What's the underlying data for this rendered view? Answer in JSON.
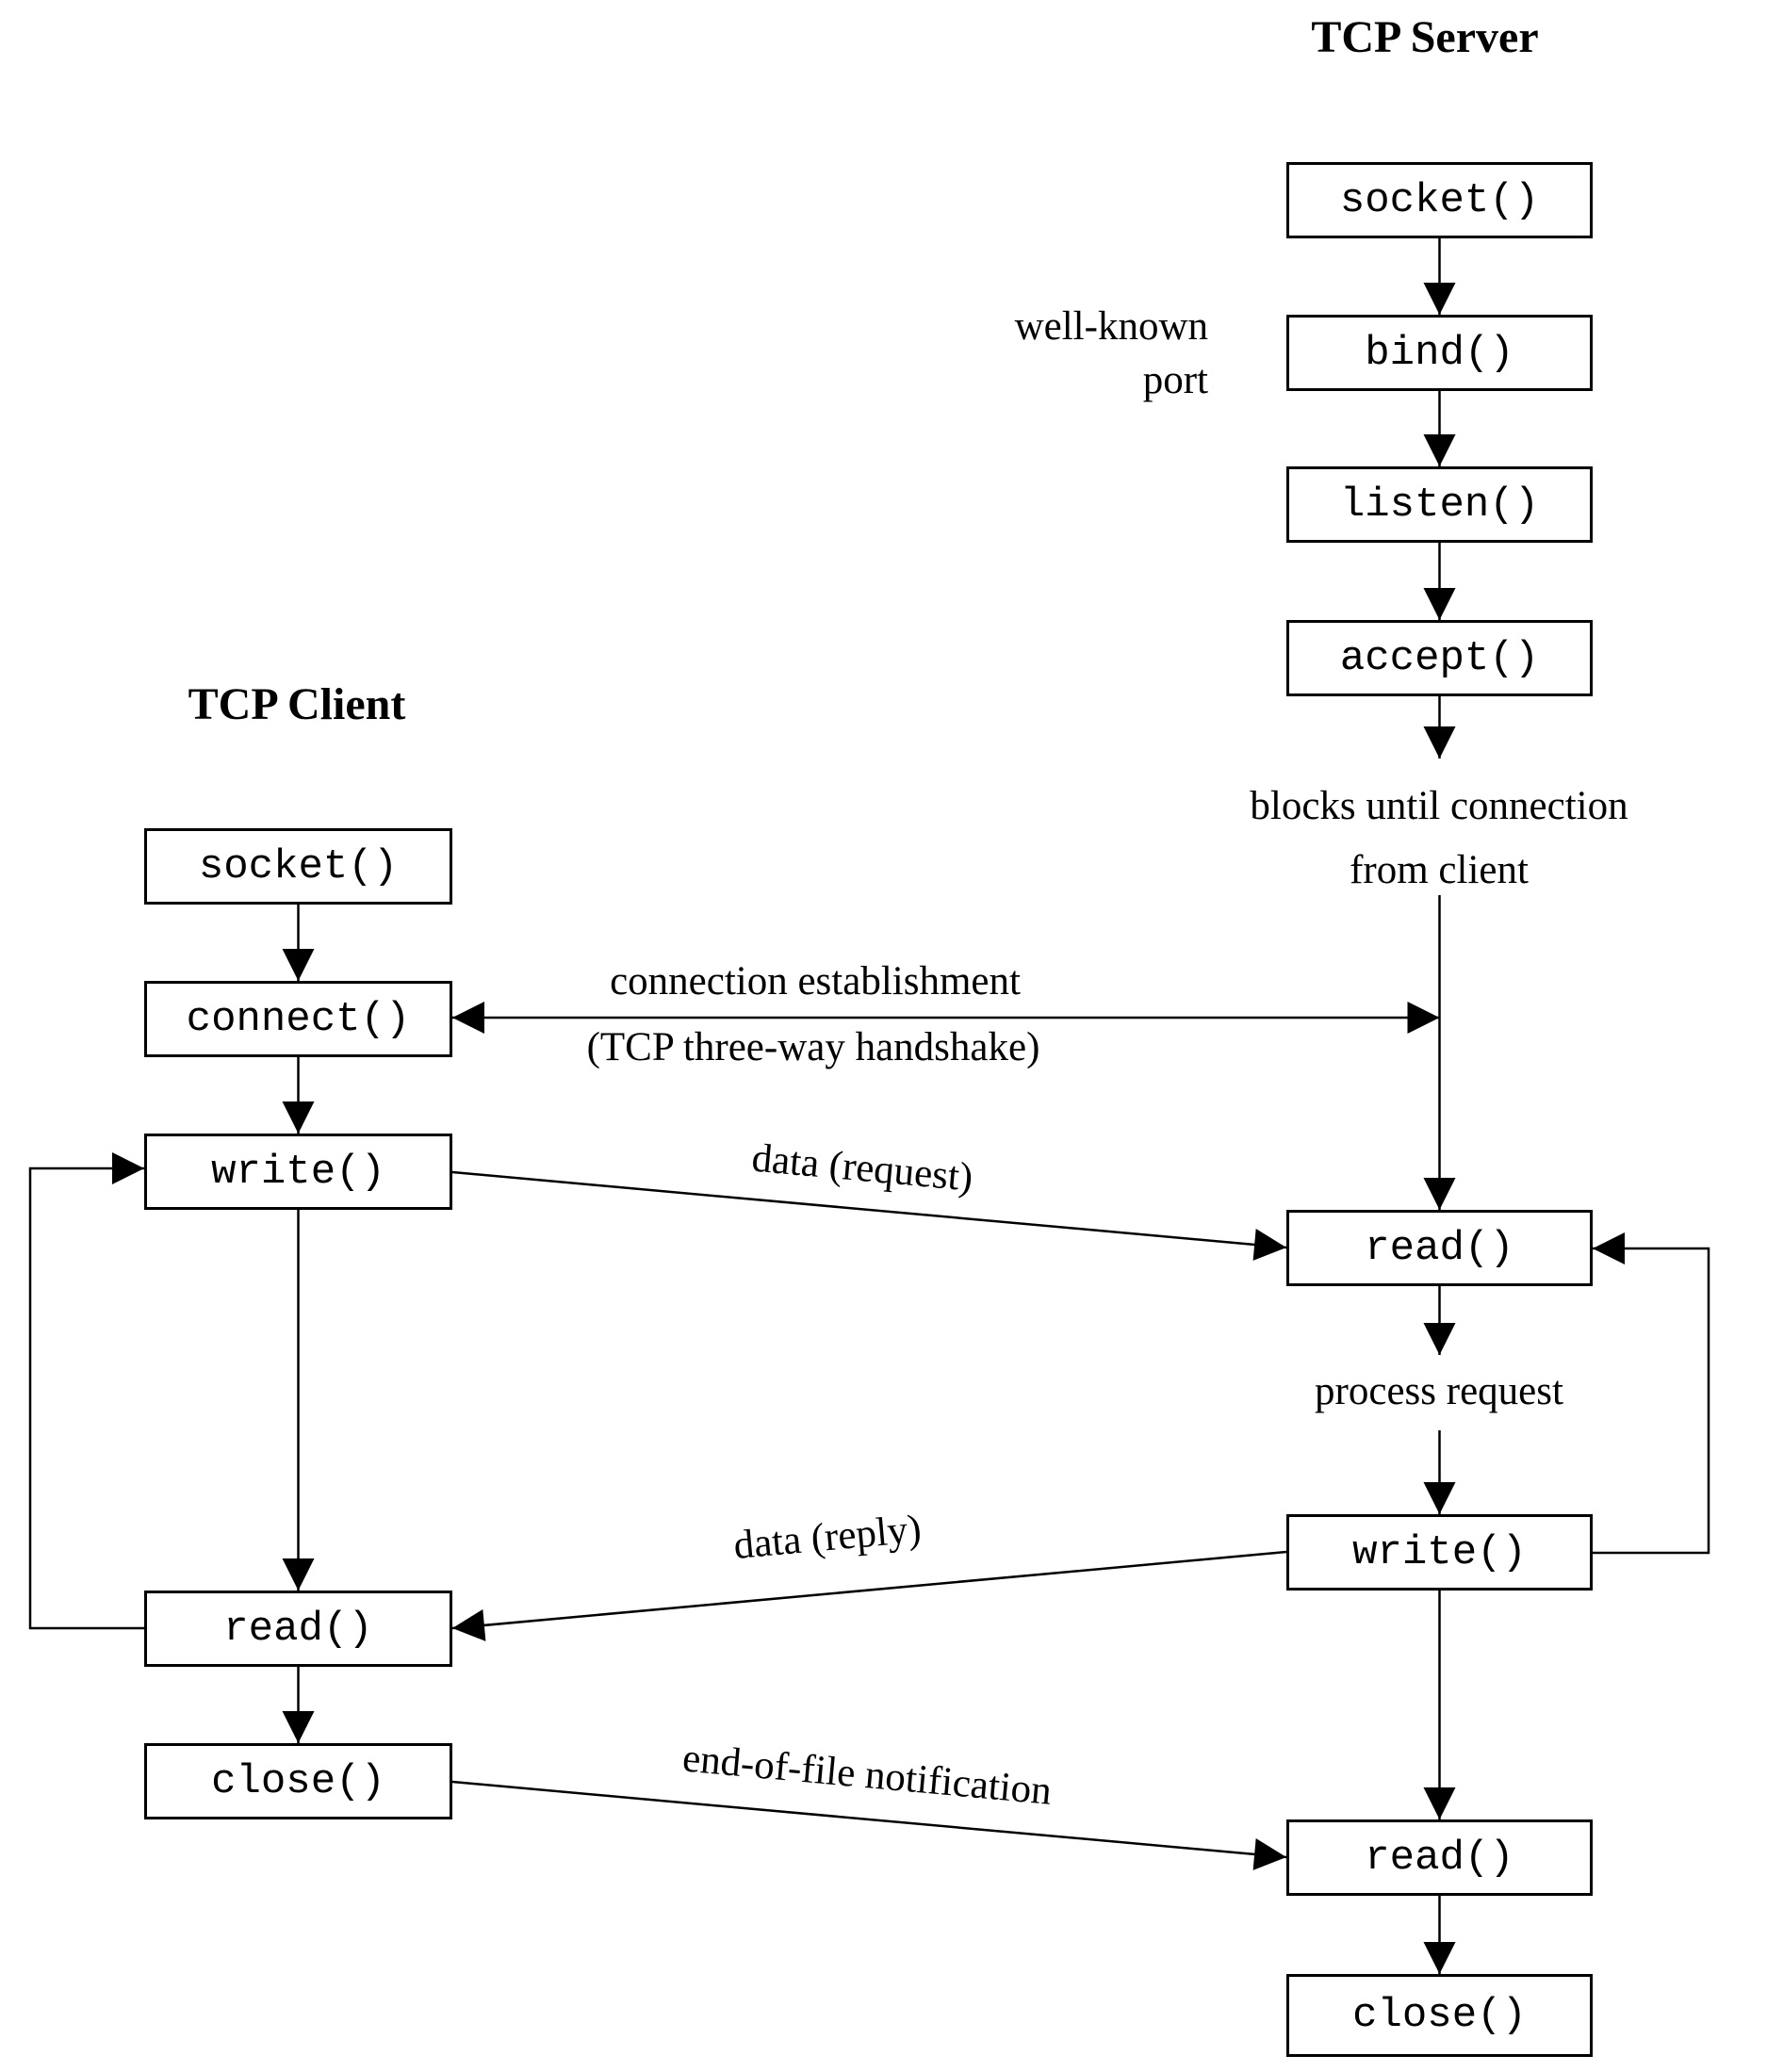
{
  "titles": {
    "client": "TCP Client",
    "server": "TCP Server"
  },
  "client": {
    "socket": "socket()",
    "connect": "connect()",
    "write": "write()",
    "read": "read()",
    "close": "close()"
  },
  "server": {
    "socket": "socket()",
    "bind": "bind()",
    "listen": "listen()",
    "accept": "accept()",
    "read": "read()",
    "write": "write()",
    "read2": "read()",
    "close": "close()"
  },
  "labels": {
    "well_known_1": "well-known",
    "well_known_2": "port",
    "blocks_1": "blocks until connection",
    "blocks_2": "from client",
    "handshake_1": "connection establishment",
    "handshake_2": "(TCP three-way handshake)",
    "data_request": "data (request)",
    "process_request": "process request",
    "data_reply": "data (reply)",
    "eof_notification": "end-of-file notification"
  },
  "colors": {
    "background": "#ffffff",
    "line": "#000000",
    "box_border": "#000000",
    "box_fill": "#ffffff",
    "text": "#000000"
  }
}
